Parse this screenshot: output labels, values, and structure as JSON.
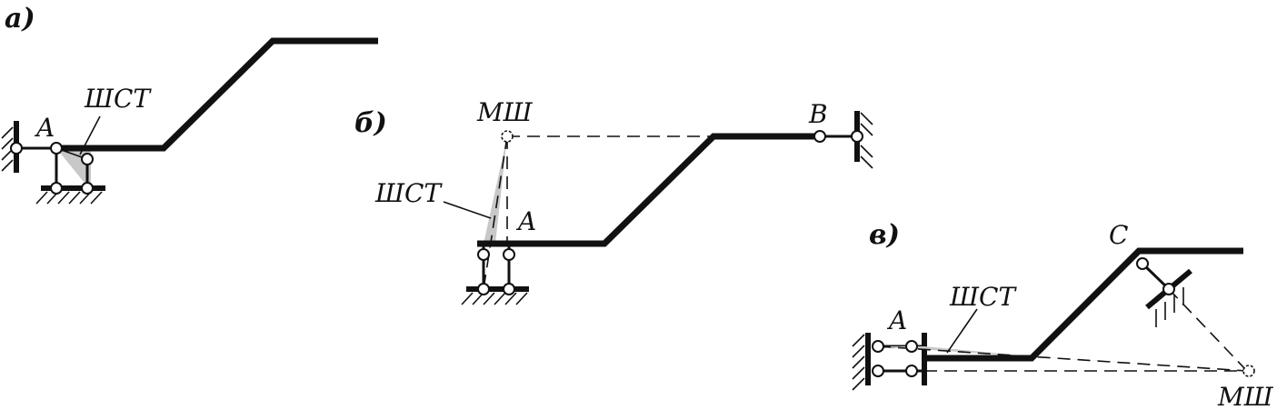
{
  "figure": {
    "panels": [
      {
        "id": "a",
        "label": "а)",
        "points": [
          "A"
        ],
        "annotations": [
          "ШСТ"
        ]
      },
      {
        "id": "b",
        "label": "б)",
        "points": [
          "A",
          "B"
        ],
        "annotations": [
          "МШ",
          "ШСТ"
        ]
      },
      {
        "id": "v",
        "label": "в)",
        "points": [
          "A",
          "C"
        ],
        "annotations": [
          "ШСТ",
          "МШ"
        ]
      }
    ]
  }
}
